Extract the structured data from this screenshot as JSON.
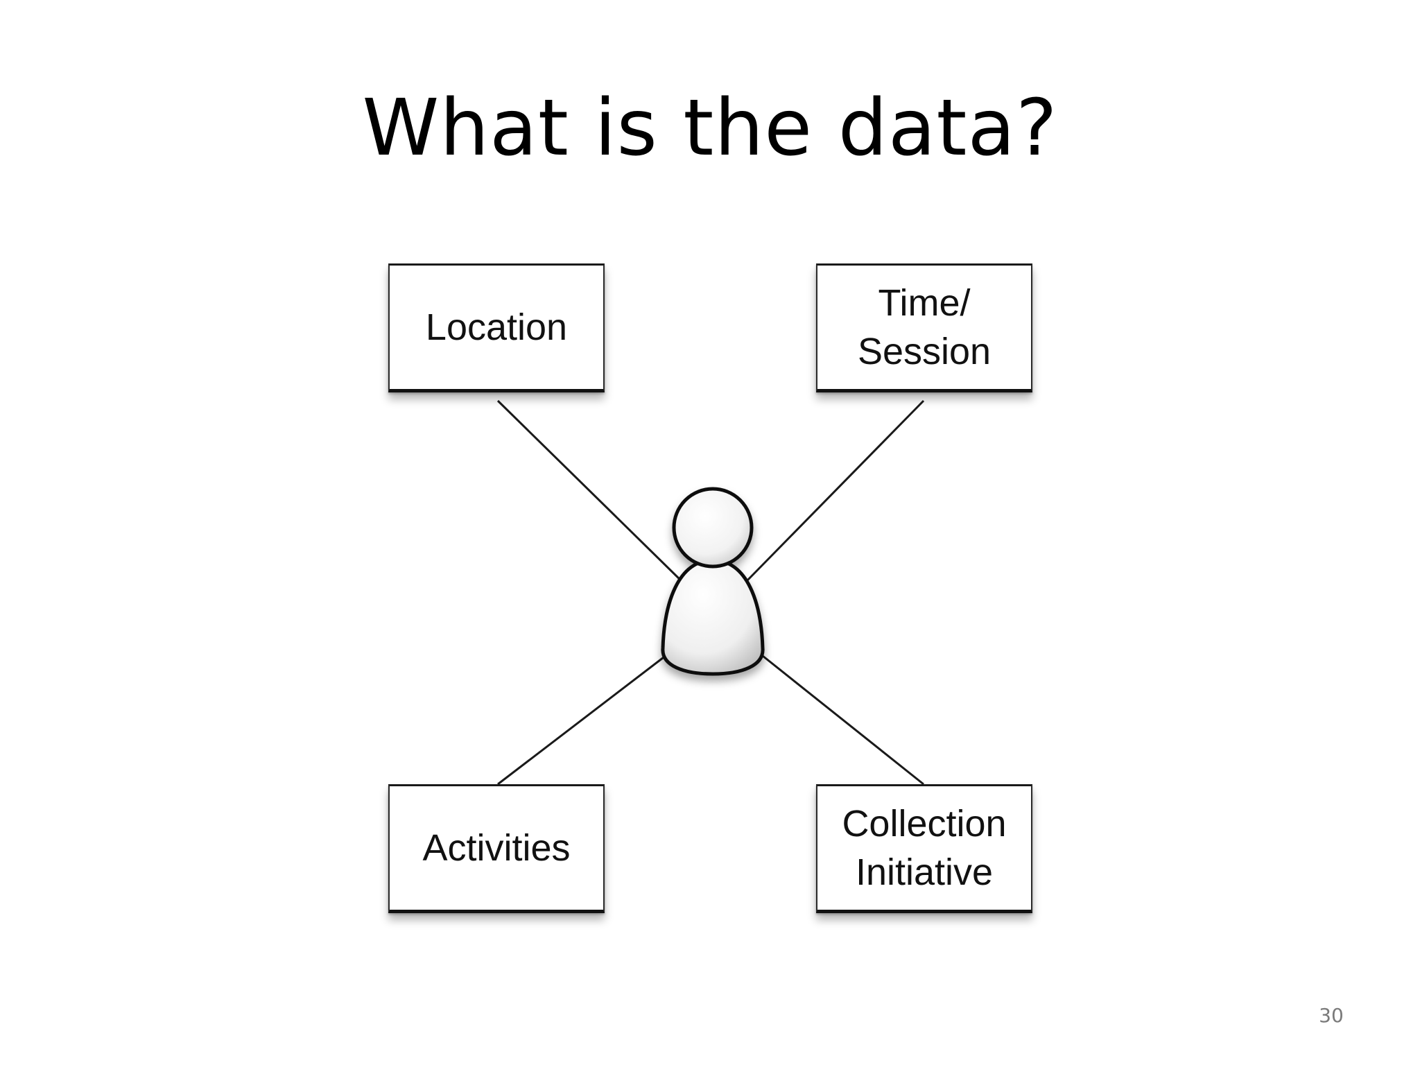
{
  "slide": {
    "title": "What is the data?",
    "page_number": "30"
  },
  "diagram": {
    "center_icon": "person-icon",
    "nodes": [
      {
        "lines": [
          "Location"
        ]
      },
      {
        "lines": [
          "Time/",
          "Session"
        ]
      },
      {
        "lines": [
          "Activities"
        ]
      },
      {
        "lines": [
          "Collection",
          "Initiative"
        ]
      }
    ]
  }
}
